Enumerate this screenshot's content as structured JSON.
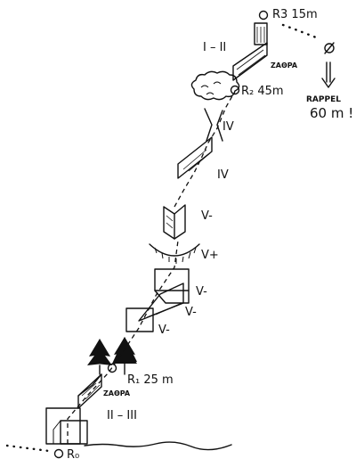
{
  "belays": {
    "r0": "R₀",
    "r1": "R₁ 25 m",
    "r2": "R₂ 45m",
    "r3": "R3 15m"
  },
  "grades": {
    "pitch1": "II – III",
    "pitch2a": "V-",
    "pitch2b": "V-",
    "pitch2c": "V+",
    "pitch2d": "V-",
    "pitch3a": "IV",
    "pitch3b": "IV",
    "pitch4": "I – II"
  },
  "notes": {
    "zaopa1": "ZAΘPA",
    "zaopa2": "ZAΘPA",
    "rappel_word": "RAPPEL",
    "rappel_length": "60 m !"
  }
}
